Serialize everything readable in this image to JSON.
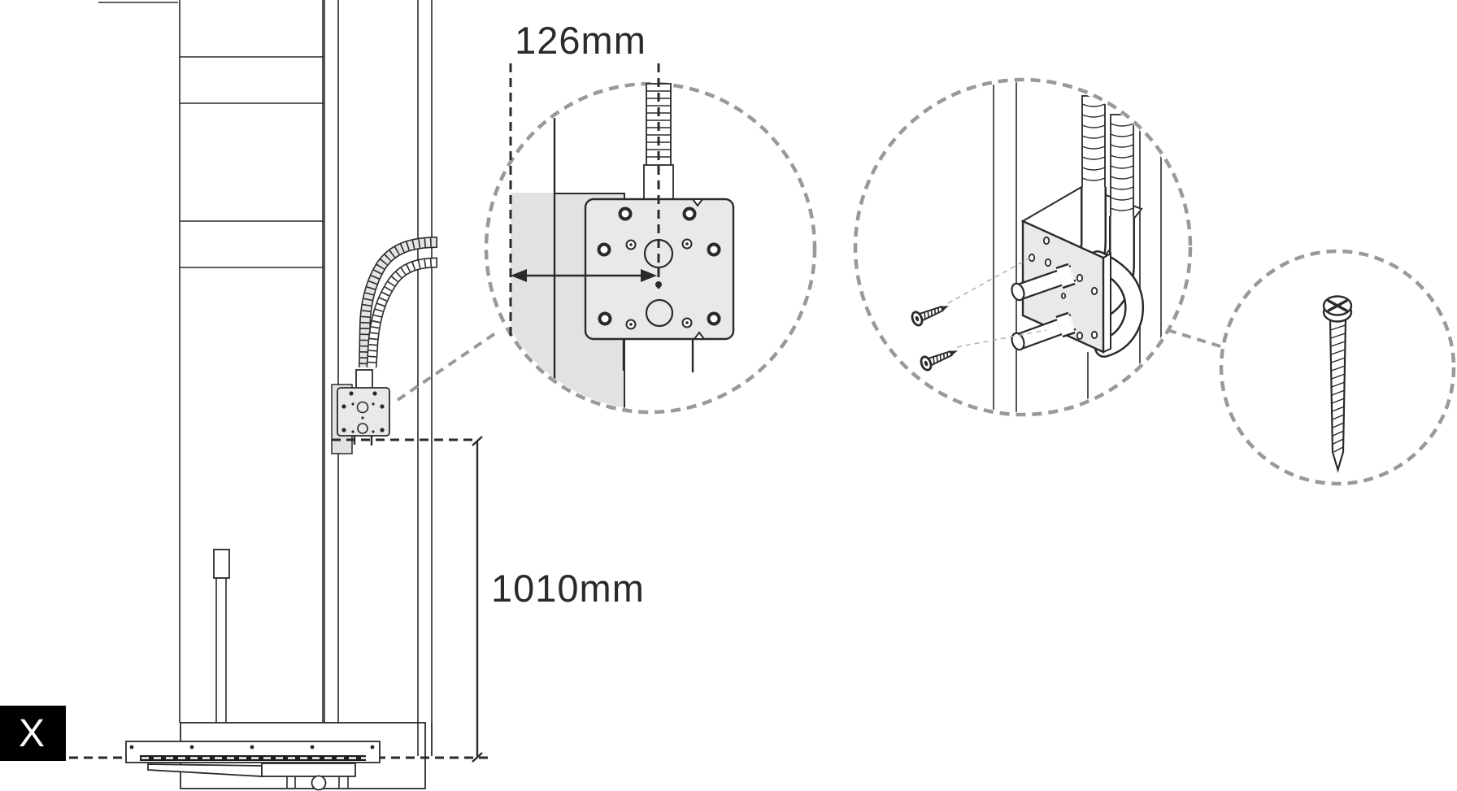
{
  "labels": {
    "offset_dimension": "126mm",
    "height_dimension": "1010mm",
    "step_marker": "X"
  },
  "colors": {
    "ink": "#2a2a2a",
    "dash_gray": "#999999",
    "leader_gray": "#b0b0b0",
    "plate_fill": "#e9e9e9",
    "wall_fill": "#e2e2e2",
    "hose_fill": "#e4e4e4",
    "badge_bg": "#000000",
    "badge_text": "#ffffff"
  }
}
